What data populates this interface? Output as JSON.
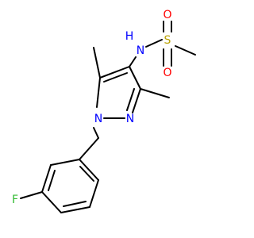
{
  "molecule": {
    "atom_labels": {
      "nh": "H",
      "n_amide": "N",
      "s": "S",
      "o_top": "O",
      "o_bottom": "O",
      "n1": "N",
      "n2": "N",
      "f": "F"
    },
    "colors": {
      "bond": "#000000",
      "n": "#0000ff",
      "o": "#ff0000",
      "s": "#b8a000",
      "f": "#33bb33"
    }
  }
}
